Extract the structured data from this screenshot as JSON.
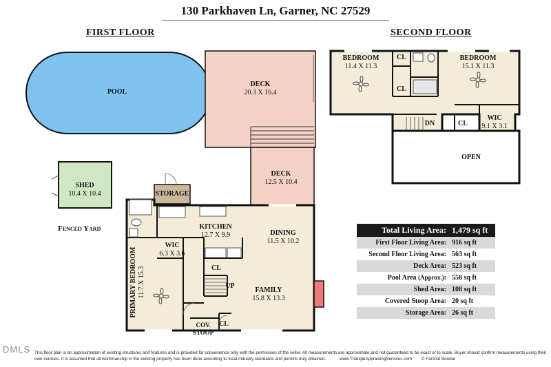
{
  "header": {
    "address": "130 Parkhaven Ln, Garner, NC 27529"
  },
  "floors": {
    "first": {
      "heading": "FIRST FLOOR",
      "rooms": {
        "pool": {
          "name": "POOL"
        },
        "deck_upper": {
          "name": "DECK",
          "dims": "20.3 X 16.4"
        },
        "deck_lower": {
          "name": "DECK",
          "dims": "12.5 X 10.4"
        },
        "shed": {
          "name": "SHED",
          "dims": "10.4 X 10.4"
        },
        "storage": {
          "name": "STORAGE"
        },
        "kitchen": {
          "name": "KITCHEN",
          "dims": "12.7 X 9.9"
        },
        "dining": {
          "name": "DINING",
          "dims": "11.5 X 10.2"
        },
        "wic": {
          "name": "WIC",
          "dims": "6.3 X 3.6"
        },
        "closet": {
          "name": "CL"
        },
        "stairs_up": {
          "name": "UP"
        },
        "family": {
          "name": "FAMILY",
          "dims": "15.8 X 13.3"
        },
        "primary_bedroom": {
          "name": "PRIMARY BEDROOM",
          "dims": "11.7 X 15.3"
        },
        "cov_stoop": {
          "name": "COV.",
          "name2": "STOOP"
        },
        "closet2": {
          "name": "CL"
        }
      },
      "fenced_yard": "Fenced Yard"
    },
    "second": {
      "heading": "SECOND FLOOR",
      "rooms": {
        "bedroom_left": {
          "name": "BEDROOM",
          "dims": "11.4 X 11.3"
        },
        "bedroom_right": {
          "name": "BEDROOM",
          "dims": "15.1 X 11.3"
        },
        "cl_top": {
          "name": "CL"
        },
        "cl_mid": {
          "name": "CL"
        },
        "cl_right": {
          "name": "CL"
        },
        "wic": {
          "name": "WIC",
          "dims": "9.1 X 3.1"
        },
        "stairs_dn": {
          "name": "DN"
        },
        "open": {
          "name": "OPEN"
        }
      }
    }
  },
  "summary": {
    "header_label": "Total Living Area:",
    "header_value": "1,479 sq ft",
    "rows": [
      {
        "label": "First Floor Living Area:",
        "value": "916 sq ft"
      },
      {
        "label": "Second Floor Living Area:",
        "value": "563 sq ft"
      },
      {
        "label": "Deck Area:",
        "value": "523 sq ft"
      },
      {
        "label": "Pool Area",
        "label_note": "(Approx.)",
        "label_end": ":",
        "value": "558 sq ft"
      },
      {
        "label": "Shed Area:",
        "value": "108 sq ft"
      },
      {
        "label": "Covered Stoop Area:",
        "value": "20 sq ft"
      },
      {
        "label": "Storage Area:",
        "value": "26 sq ft"
      }
    ]
  },
  "footer": {
    "mls": "DMLS",
    "disclaimer": "This floor plan is an approximation of existing structures and features and is provided for convenience only with the permission of the seller.  All measurements are approximate and not guaranteed to be exact or to scale.  Buyer should confirm measurements using their own sources.  It is assumed that all workmanship in the existing property has been done according to local industry standards and permits duly obtained.",
    "website": "www.TriangleAppraisingServices.com",
    "copyright": "© Farshid Bondar"
  },
  "colors": {
    "pool": "#7ec3f0",
    "deck": "#f4d3c6",
    "shed": "#cfe8c3",
    "storage": "#cbb79c",
    "floor": "#f3ecd8",
    "fireplace": "#f07a7a",
    "wall": "#111111"
  }
}
